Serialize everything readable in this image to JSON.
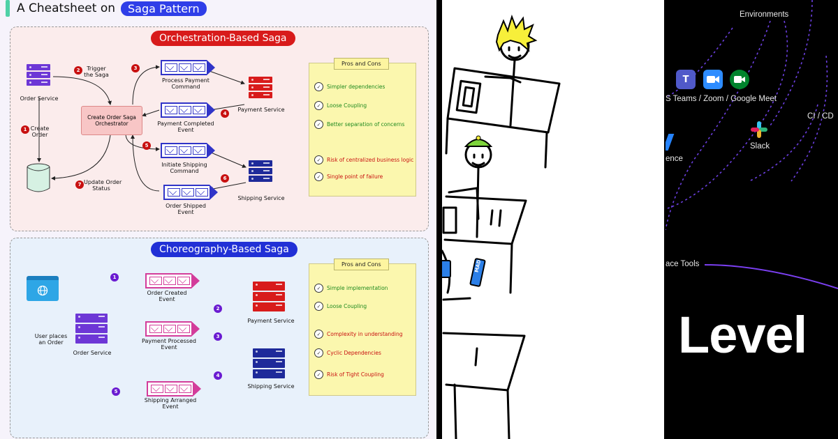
{
  "cheatsheet": {
    "title_prefix": "A Cheatsheet on",
    "title_highlight": "Saga Pattern",
    "orchestration": {
      "title": "Orchestration-Based Saga",
      "order_service": "Order Service",
      "create_order": "Create\nOrder",
      "step1": "1",
      "step2": "2",
      "trigger": "Trigger\nthe Saga",
      "orchestrator": "Create Order Saga\nOrchestrator",
      "step3": "3",
      "process_payment": "Process Payment\nCommand",
      "payment_service": "Payment Service",
      "step4": "4",
      "payment_completed": "Payment Completed\nEvent",
      "step5": "5",
      "initiate_shipping": "Initiate Shipping\nCommand",
      "shipping_service": "Shipping Service",
      "step6": "6",
      "order_shipped": "Order Shipped\nEvent",
      "step7": "7",
      "update_order": "Update Order\nStatus",
      "pros_cons_title": "Pros and Cons",
      "pros": [
        "Simpler dependencies",
        "Loose Coupling",
        "Better separation of concerns"
      ],
      "cons": [
        "Risk of centralized business logic",
        "Single point of failure"
      ]
    },
    "choreography": {
      "title": "Choreography-Based Saga",
      "user_places": "User places\nan Order",
      "order_service": "Order Service",
      "step1": "1",
      "order_created": "Order Created\nEvent",
      "payment_service": "Payment Service",
      "step2": "2",
      "payment_processed": "Payment Processed\nEvent",
      "step3": "3",
      "shipping_service": "Shipping Service",
      "step4": "4",
      "shipping_arranged": "Shipping Arranged\nEvent",
      "step5": "5",
      "pros_cons_title": "Pros and Cons",
      "pros": [
        "Simple implementation",
        "Loose Coupling"
      ],
      "cons": [
        "Complexity in understanding",
        "Cyclic Dependencies",
        "Risk of Tight Coupling"
      ]
    }
  },
  "sketch": {
    "badge_text": "MAD"
  },
  "tools_map": {
    "environments": "Environments",
    "meeting_tools": "S Teams / Zoom / Google Meet",
    "cicd": "CI / CD",
    "slack": "Slack",
    "ence": "ence",
    "ace_tools": "ace Tools",
    "level": "Level"
  },
  "colors": {
    "red_server": "#d81b1b",
    "blue_server": "#1e2a9a",
    "purple_server": "#6d37d6",
    "queue_blue": "#3034c8",
    "queue_pink": "#d33c9a",
    "line_purple": "#6b3fe0"
  }
}
